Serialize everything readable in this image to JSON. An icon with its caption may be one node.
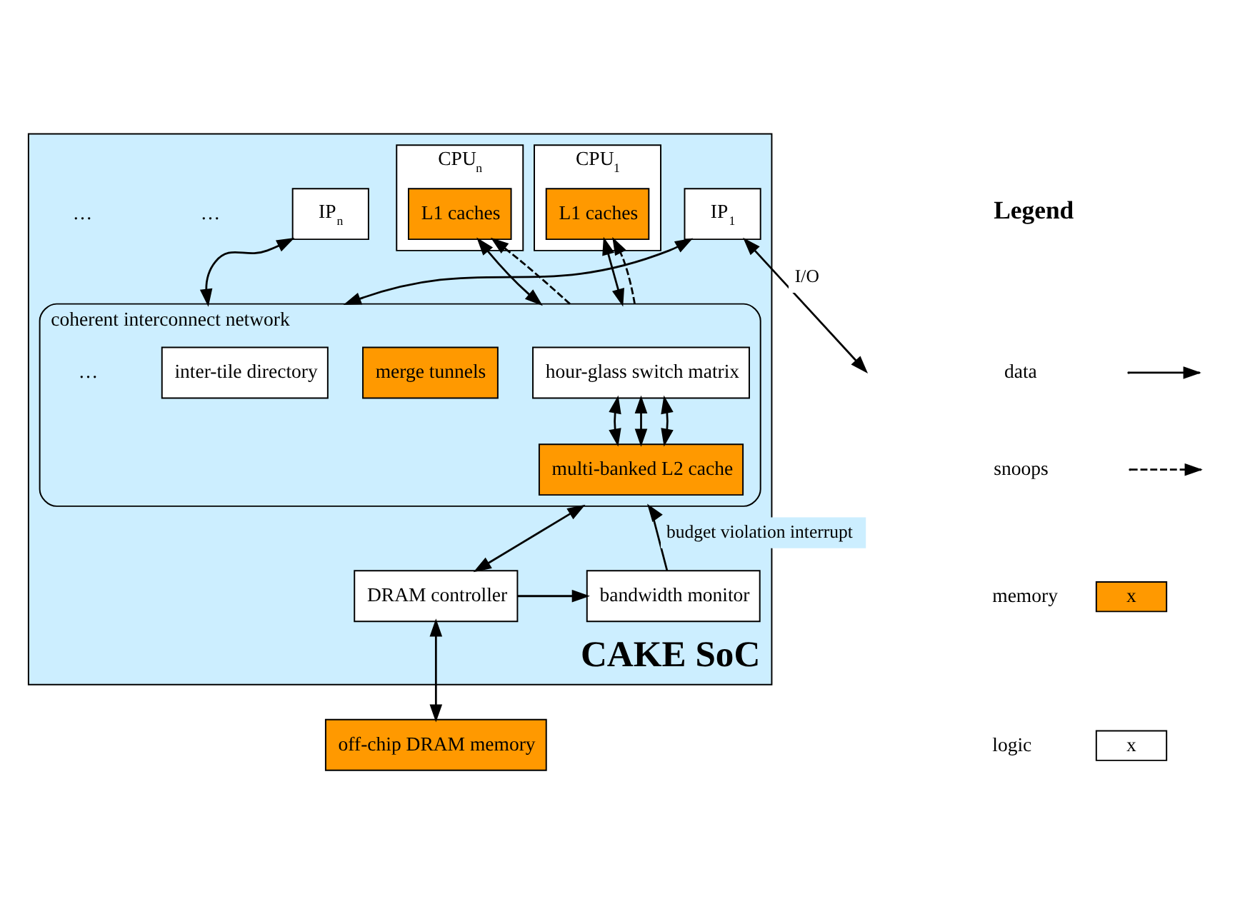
{
  "diagram": {
    "nodes": [
      {
        "text": [
          "CAKE SoC"
        ]
      },
      {
        "text": [
          "CPU$_{1}$"
        ],
        "in": 0
      },
      {
        "text": [
          "L1 caches"
        ],
        "in": 1
      },
      {
        "text": [
          "CPU$_{n}$"
        ],
        "in": 0
      },
      {
        "text": [
          "L1 caches"
        ],
        "in": 3
      },
      {
        "text": [
          "coherent interconnect network"
        ],
        "in": 0
      },
      {
        "text": [
          "hour-glass switch matrix"
        ],
        "in": 5
      },
      {
        "text": [
          "merge tunnels"
        ],
        "in": 5
      },
      {
        "text": [
          "multi-banked L2 cache"
        ],
        "in": 5
      },
      {
        "text": [
          "inter-tile directory"
        ],
        "in": 5
      },
      {
        "text": [
          "IP$_{1}$"
        ],
        "in": 0
      },
      {
        "text": [
          "IP$_{n}$"
        ],
        "in": 0
      },
      {
        "text": [
          "bandwidth monitor"
        ],
        "in": 0
      },
      {
        "text": [
          "DRAM controller"
        ],
        "in": 0
      },
      {
        "text": [
          "off-chip DRAM memory"
        ]
      }
    ],
    "edges": [
      {
        "from": 2,
        "to": 5,
        "arrow": "both"
      },
      {
        "from": 4,
        "to": 5,
        "arrow": "both"
      },
      {
        "from": 5,
        "to": 2,
        "arrow": "to",
        "style": "dashed"
      },
      {
        "from": 5,
        "to": 4,
        "arrow": "to",
        "style": "dashed"
      },
      {
        "from": 6,
        "to": 8,
        "arrow": "both"
      },
      {
        "from": 6,
        "to": 8,
        "arrow": "both"
      },
      {
        "from": 6,
        "to": 8,
        "arrow": "both"
      },
      {
        "from": 5,
        "to": 10,
        "arrow": "both"
      },
      {
        "from": 5,
        "to": 11,
        "arrow": "both"
      },
      {
        "from": 10,
        "to": null,
        "arrow": "both",
        "label": "I/O"
      },
      {
        "from": 5,
        "to": 13,
        "arrow": "both"
      },
      {
        "from": 13,
        "to": 12,
        "arrow": "to"
      },
      {
        "from": 12,
        "to": 5,
        "arrow": "to",
        "label": "budget violation interrupt"
      },
      {
        "from": 13,
        "to": 14,
        "arrow": "both"
      }
    ],
    "labels": [
      "…",
      "…",
      "…",
      "Legend",
      "x",
      "x"
    ],
    "legend": [
      {
        "text": "data"
      },
      {
        "text": "snoops"
      },
      {
        "text": "memory",
        "color": "#ff9900"
      },
      {
        "text": "logic",
        "color": "#ffffff"
      }
    ]
  }
}
